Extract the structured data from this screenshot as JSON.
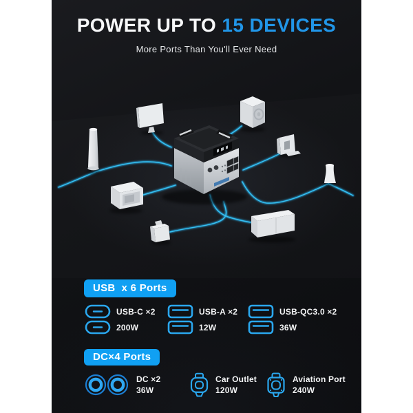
{
  "colors": {
    "accent_blue": "#10a0f3",
    "title_highlight_blue": "#2196e8",
    "connection_line_cyan": "#35c1f2",
    "panel_background": "#101114",
    "port_icon_blue": "#2aa7ee"
  },
  "header": {
    "title_prefix": "POWER UP TO ",
    "title_highlight": "15 DEVICES",
    "subtitle": "More Ports Than You'll Ever Need"
  },
  "usb": {
    "badge": "USB  x 6 Ports",
    "cols": [
      {
        "icon": "usb-c-port-icon",
        "line1": "USB-C ×2",
        "line2": "200W"
      },
      {
        "icon": "usb-a-port-icon",
        "line1": "USB-A ×2",
        "line2": "12W"
      },
      {
        "icon": "usb-qc-port-icon",
        "line1": "USB-QC3.0 ×2",
        "line2": "36W"
      }
    ]
  },
  "dc": {
    "badge": "DC×4 Ports",
    "items": [
      {
        "icon": "dc-port-icon",
        "line1": "DC ×2",
        "line2": "36W"
      },
      {
        "icon": "car-outlet-icon",
        "line1": "Car Outlet",
        "line2": "120W"
      },
      {
        "icon": "aviation-port-icon",
        "line1": "Aviation Port",
        "line2": "240W"
      }
    ]
  },
  "illustration": {
    "center_device": "portable-power-station",
    "connected_devices": [
      "monitor",
      "cube-speaker",
      "heater",
      "flashlight-cylinder",
      "mini-fridge",
      "humidifier",
      "kettle",
      "soundbar"
    ]
  }
}
